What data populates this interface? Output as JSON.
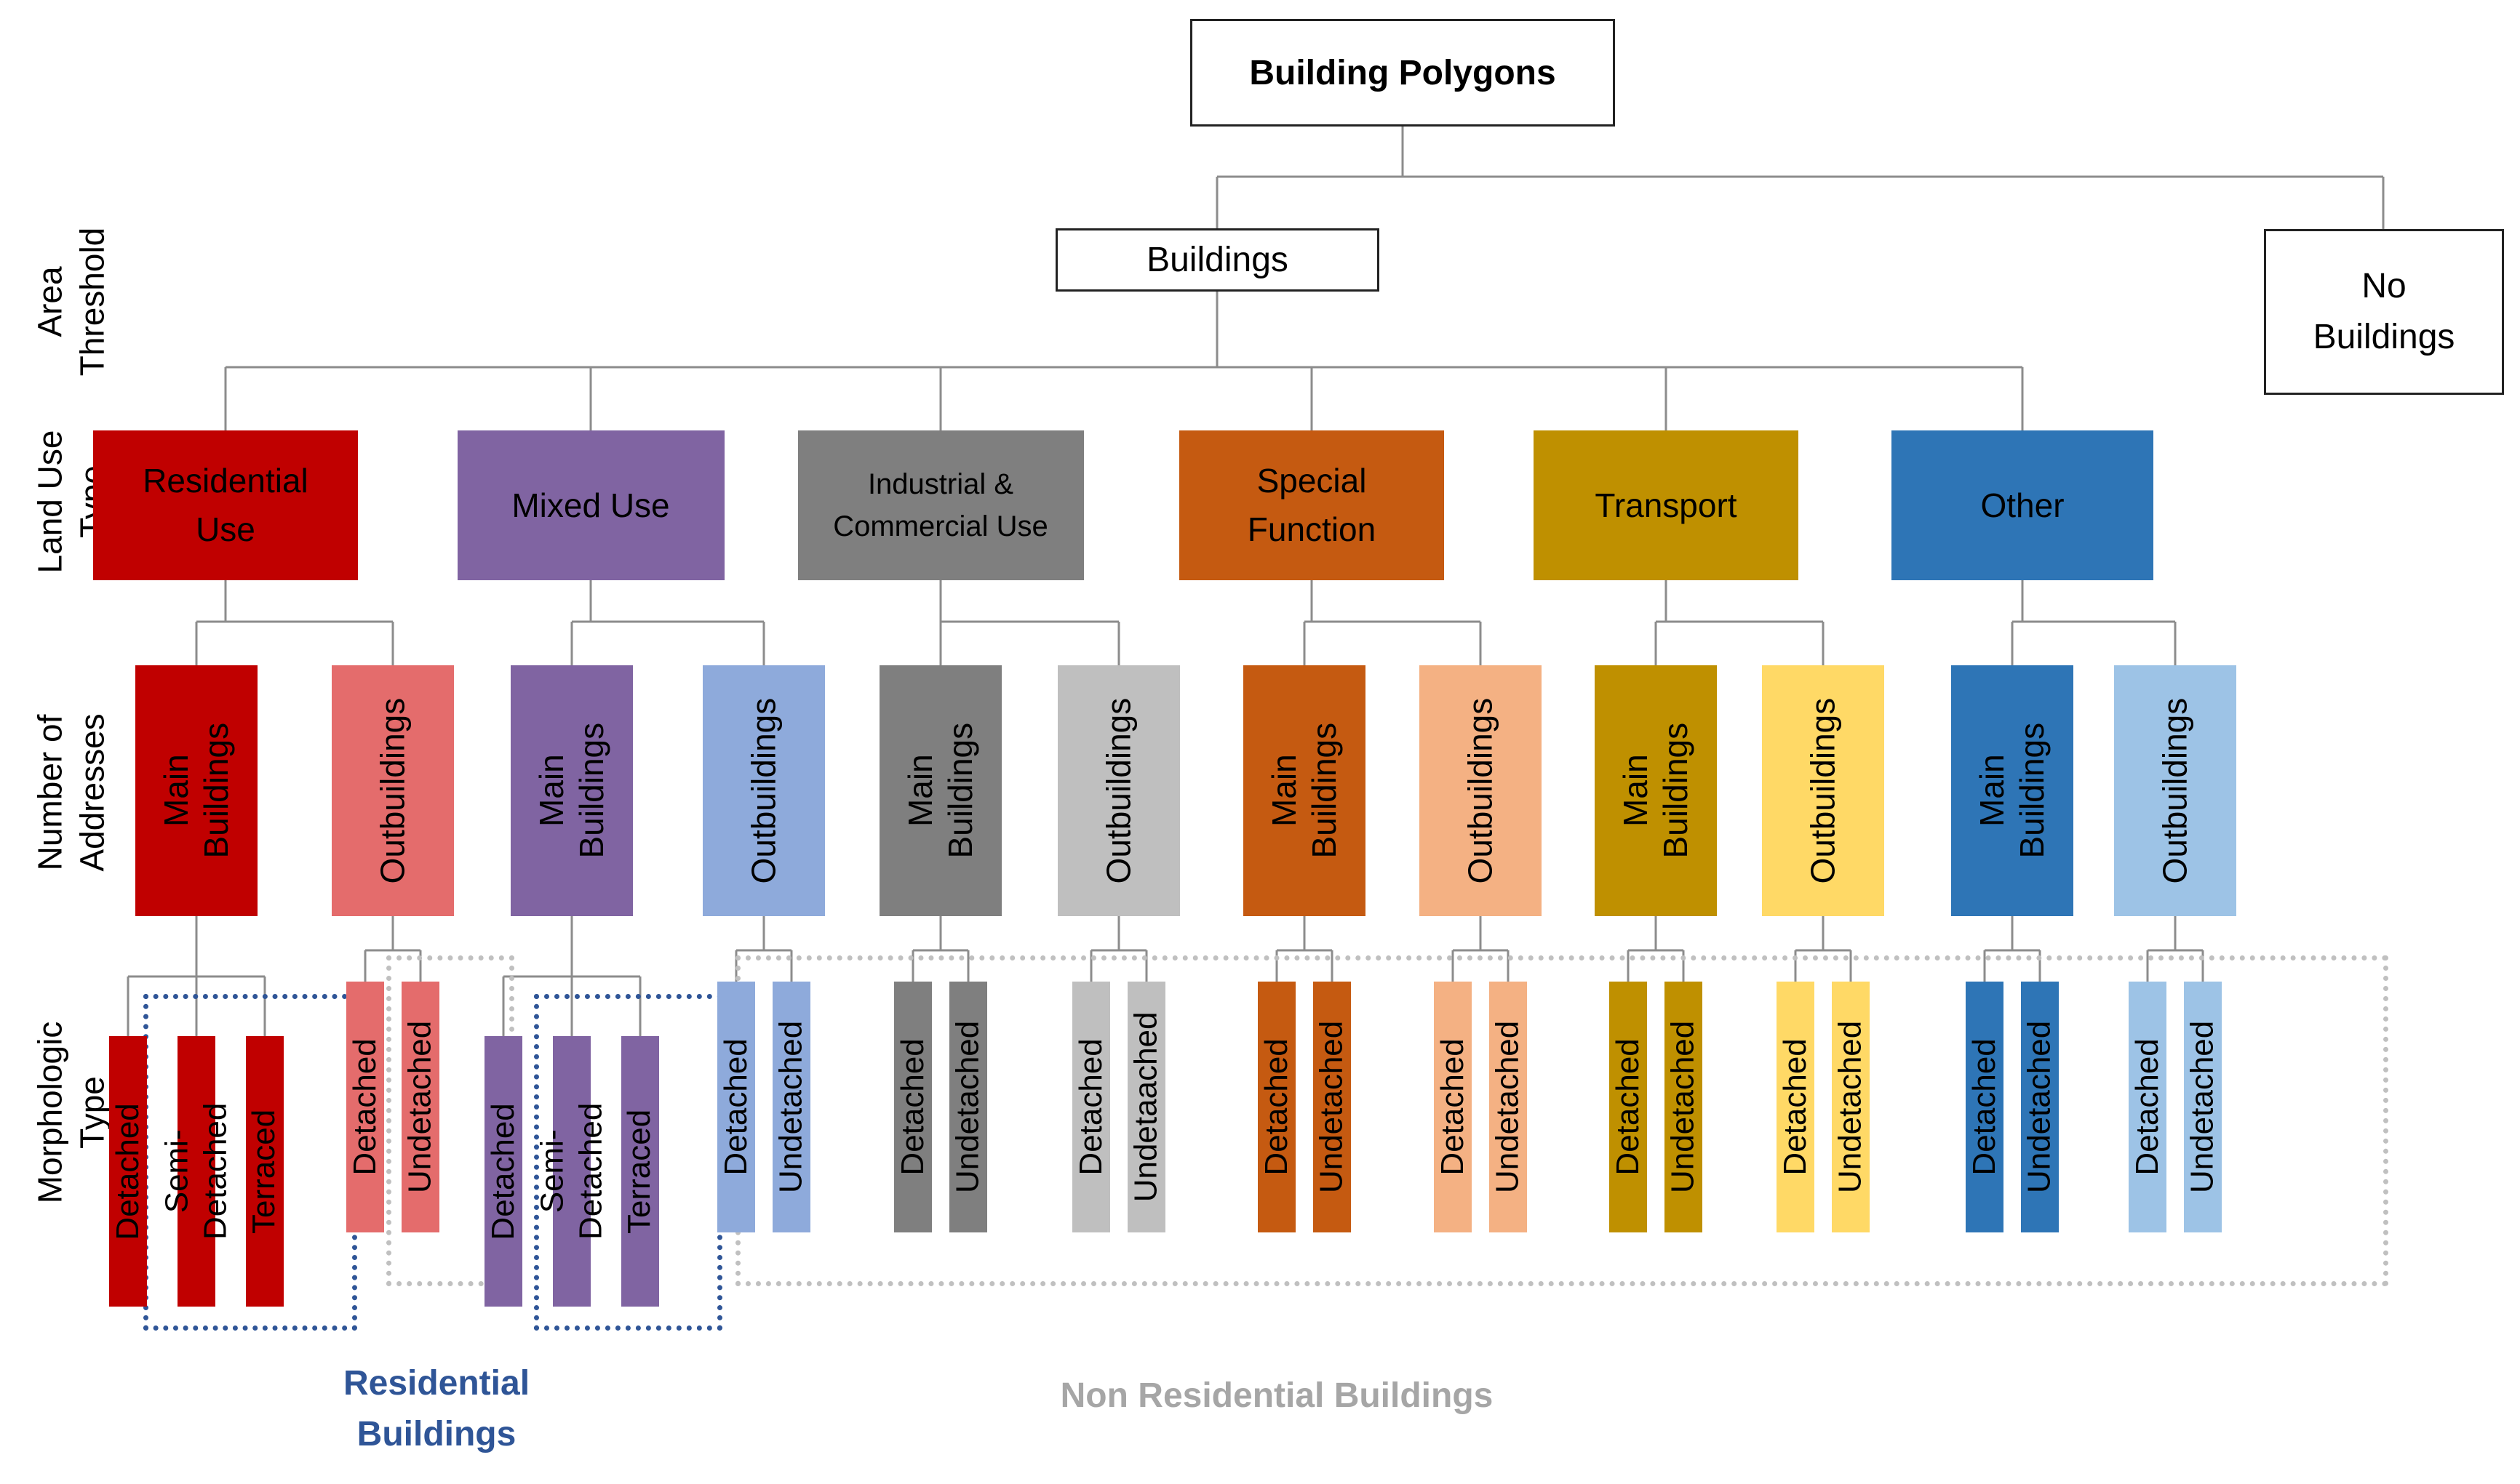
{
  "root": {
    "label": "Building Polygons"
  },
  "level1": [
    {
      "label": "Buildings"
    },
    {
      "label": "No\nBuildings"
    }
  ],
  "row_labels": [
    {
      "label": "Area\nThreshold"
    },
    {
      "label": "Land Use\nType"
    },
    {
      "label": "Number of\nAddresses"
    },
    {
      "label": "Morphologic\nType"
    }
  ],
  "land_use": [
    {
      "label": "Residential\nUse",
      "color": "#c00000",
      "light": "#e46c6c",
      "main": {
        "label": "Main\nBuildings",
        "children": [
          "Detached",
          "Semi-Detached",
          "Terraced"
        ]
      },
      "out": {
        "label": "Outbuildings",
        "children": [
          "Detached",
          "Undetached"
        ]
      }
    },
    {
      "label": "Mixed Use",
      "color": "#8064a2",
      "light": "#8eaadb",
      "main": {
        "label": "Main\nBuildings",
        "children": [
          "Detached",
          "Semi-Detached",
          "Terraced"
        ]
      },
      "out": {
        "label": "Outbuildings",
        "children": [
          "Detached",
          "Undetached"
        ]
      }
    },
    {
      "label": "Industrial &\nCommercial Use",
      "color": "#7f7f7f",
      "light": "#bfbfbf",
      "main": {
        "label": "Main\nBuildings",
        "children": [
          "Detached",
          "Undetached"
        ]
      },
      "out": {
        "label": "Outbuildings",
        "children": [
          "Detached",
          "Undetaached"
        ]
      }
    },
    {
      "label": "Special\nFunction",
      "color": "#c55a11",
      "light": "#f4b183",
      "main": {
        "label": "Main\nBuildings",
        "children": [
          "Detached",
          "Undetached"
        ]
      },
      "out": {
        "label": "Outbuildings",
        "children": [
          "Detached",
          "Undetached"
        ]
      }
    },
    {
      "label": "Transport",
      "color": "#bf9000",
      "light": "#ffd966",
      "main": {
        "label": "Main\nBuildings",
        "children": [
          "Detached",
          "Undetached"
        ]
      },
      "out": {
        "label": "Outbuildings",
        "children": [
          "Detached",
          "Undetached"
        ]
      }
    },
    {
      "label": "Other",
      "color": "#2e75b6",
      "light": "#9dc3e6",
      "main": {
        "label": "Main\nBuildings",
        "children": [
          "Detached",
          "Undetached"
        ]
      },
      "out": {
        "label": "Outbuildings",
        "children": [
          "Detached",
          "Undetached"
        ]
      }
    }
  ],
  "captions": {
    "residential": {
      "label": "Residential\nBuildings",
      "color": "#2f5597"
    },
    "non_residential": {
      "label": "Non Residential Buildings",
      "color": "#a6a6a6"
    }
  }
}
